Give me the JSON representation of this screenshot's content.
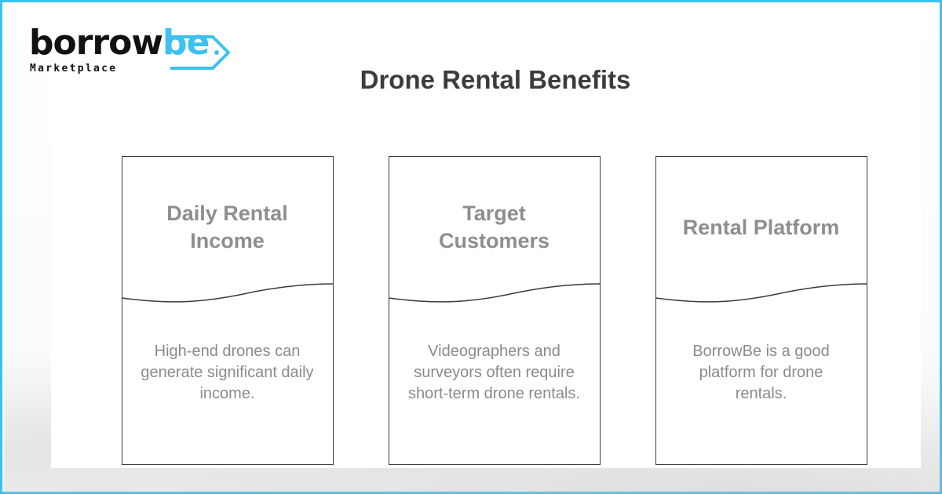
{
  "logo": {
    "word_main": "borrow",
    "word_accent": "be",
    "subtitle": "Marketplace",
    "accent_color": "#3cc1f0"
  },
  "title": "Drone Rental Benefits",
  "cards": [
    {
      "title": "Daily Rental Income",
      "body": "High-end drones can generate significant daily income."
    },
    {
      "title": "Target Customers",
      "body": "Videographers and surveyors often require short-term drone rentals."
    },
    {
      "title": "Rental Platform",
      "body": "BorrowBe is a good platform for drone rentals."
    }
  ],
  "colors": {
    "border": "#3cc1f0",
    "title_text": "#3c3c3c",
    "card_title_text": "#8e8e8e",
    "card_body_text": "#8a8a8a"
  }
}
